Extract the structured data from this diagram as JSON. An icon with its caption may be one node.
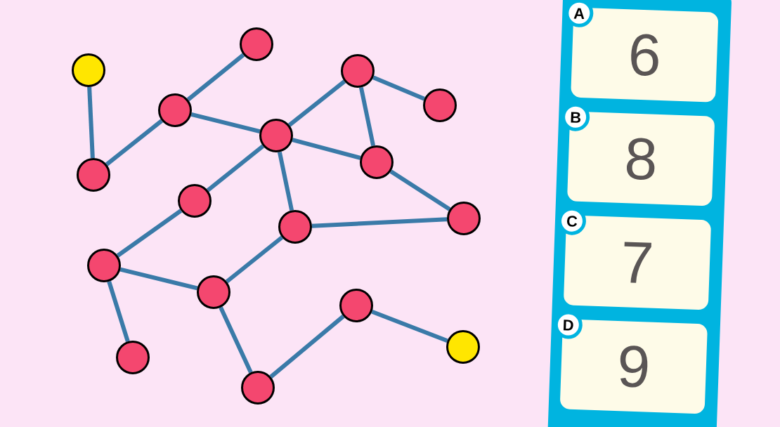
{
  "diagram": {
    "nodes": [
      {
        "text": [],
        "shape": "circle"
      },
      {
        "text": [],
        "shape": "circle"
      },
      {
        "text": [],
        "shape": "circle"
      },
      {
        "text": [],
        "shape": "circle"
      },
      {
        "text": [],
        "shape": "circle"
      },
      {
        "text": [],
        "shape": "circle"
      },
      {
        "text": [],
        "shape": "circle"
      },
      {
        "text": [],
        "shape": "circle"
      },
      {
        "text": [],
        "shape": "circle"
      },
      {
        "text": [],
        "shape": "circle"
      },
      {
        "text": [],
        "shape": "circle"
      },
      {
        "text": [],
        "shape": "circle"
      },
      {
        "text": [],
        "shape": "circle"
      },
      {
        "text": [],
        "shape": "circle"
      },
      {
        "text": [],
        "shape": "circle"
      },
      {
        "text": [],
        "shape": "circle"
      },
      {
        "text": [],
        "shape": "circle"
      },
      {
        "text": [],
        "shape": "bar"
      },
      {
        "text": [
          "A",
          "6"
        ],
        "in": 17
      },
      {
        "text": [
          "B",
          "8"
        ],
        "in": 17
      },
      {
        "text": [
          "C",
          "7"
        ],
        "in": 17
      },
      {
        "text": [
          "D",
          "9"
        ],
        "in": 17
      }
    ],
    "edges": [
      {
        "from": 1,
        "to": 7,
        "arrow": "none"
      },
      {
        "from": 7,
        "to": 4,
        "arrow": "none"
      },
      {
        "from": 4,
        "to": 0,
        "arrow": "none"
      },
      {
        "from": 4,
        "to": 5,
        "arrow": "none"
      },
      {
        "from": 5,
        "to": 2,
        "arrow": "none"
      },
      {
        "from": 2,
        "to": 3,
        "arrow": "none"
      },
      {
        "from": 2,
        "to": 6,
        "arrow": "none"
      },
      {
        "from": 5,
        "to": 6,
        "arrow": "none"
      },
      {
        "from": 6,
        "to": 9,
        "arrow": "none"
      },
      {
        "from": 5,
        "to": 8,
        "arrow": "none"
      },
      {
        "from": 5,
        "to": 10,
        "arrow": "none"
      },
      {
        "from": 10,
        "to": 9,
        "arrow": "none"
      },
      {
        "from": 8,
        "to": 11,
        "arrow": "none"
      },
      {
        "from": 11,
        "to": 12,
        "arrow": "none"
      },
      {
        "from": 10,
        "to": 12,
        "arrow": "none"
      },
      {
        "from": 11,
        "to": 15,
        "arrow": "none"
      },
      {
        "from": 12,
        "to": 16,
        "arrow": "none"
      },
      {
        "from": 16,
        "to": 13,
        "arrow": "none"
      },
      {
        "from": 13,
        "to": 14,
        "arrow": "none"
      }
    ]
  }
}
